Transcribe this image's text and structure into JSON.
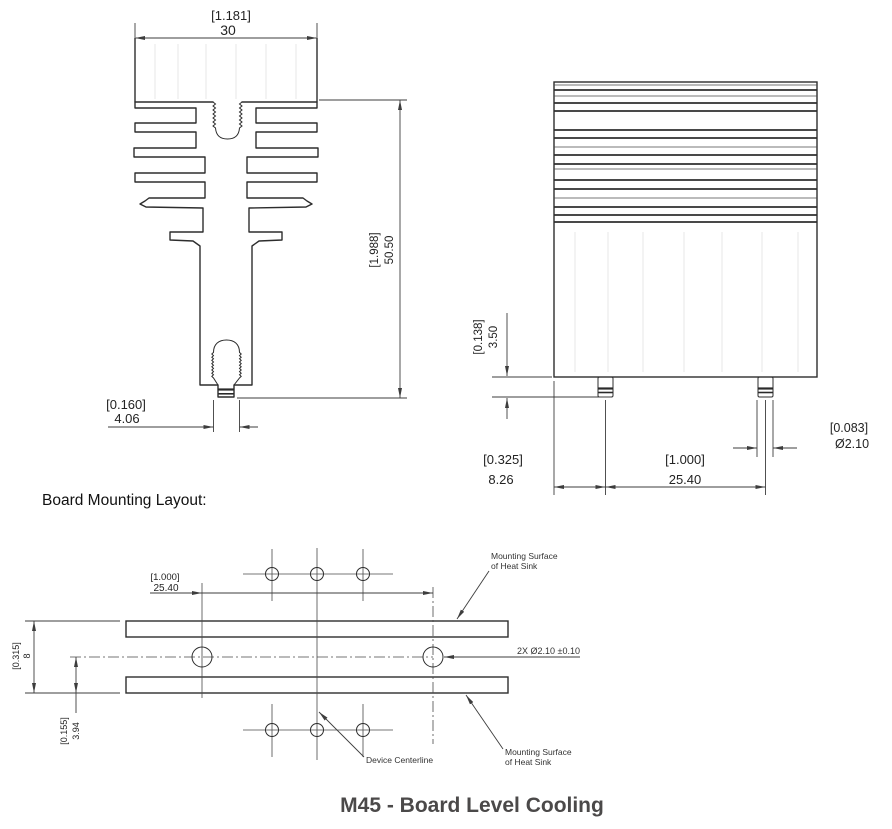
{
  "page": {
    "board_layout_heading": "Board Mounting Layout:",
    "title": "M45 - Board Level Cooling"
  },
  "front_view": {
    "width_dim": {
      "inches": "[1.181]",
      "mm": "30"
    },
    "height_dim": {
      "inches": "[1.988]",
      "mm": "50.50"
    },
    "stud_dim": {
      "inches": "[0.160]",
      "mm": "4.06"
    }
  },
  "side_view": {
    "pin_length_dim": {
      "inches": "[0.138]",
      "mm": "3.50"
    },
    "edge_offset_dim": {
      "inches": "[0.325]",
      "mm": "8.26"
    },
    "pin_spacing_dim": {
      "inches": "[1.000]",
      "mm": "25.40"
    },
    "pin_diameter_dim": {
      "inches": "[0.083]",
      "mm": "Ø2.10"
    }
  },
  "board_layout": {
    "hole_spacing_dim": {
      "inches": "[1.000]",
      "mm": "25.40"
    },
    "height_dim": {
      "inches": "[0.315]",
      "mm": "8"
    },
    "centerline_dim": {
      "inches": "[0.155]",
      "mm": "3.94"
    },
    "hole_callout": "2X  Ø2.10 ±0.10",
    "mounting_label_top": {
      "line1": "Mounting Surface",
      "line2": "of Heat Sink"
    },
    "mounting_label_bottom": {
      "line1": "Mounting Surface",
      "line2": "of Heat Sink"
    },
    "device_centerline_label": "Device Centerline"
  },
  "colors": {
    "line": "#2d2d2d",
    "dimension": "#3d3d3d",
    "title_text": "#4b4949"
  }
}
